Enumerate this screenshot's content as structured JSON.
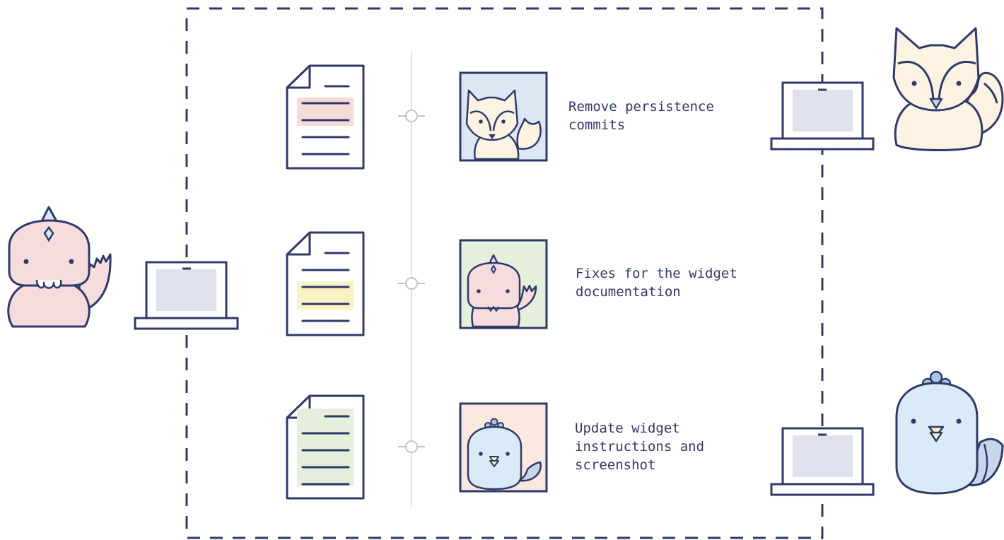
{
  "diagram": {
    "commits": [
      {
        "message": "Remove persistence\ncommits",
        "author": "fox",
        "highlight_color": "#f6d9d9"
      },
      {
        "message": "Fixes for the widget\ndocumentation",
        "author": "dinosaur",
        "highlight_color": "#fbf2c4"
      },
      {
        "message": "Update widget\ninstructions and\nscreenshot",
        "author": "bird",
        "highlight_color": "#e6efdc"
      }
    ],
    "contributors": [
      {
        "character": "dinosaur",
        "side": "left"
      },
      {
        "character": "fox",
        "side": "right"
      },
      {
        "character": "bird",
        "side": "right"
      }
    ],
    "colors": {
      "outline": "#2f3a6b",
      "dinosaur": "#f6dcdc",
      "fox": "#fdf3e3",
      "bird": "#d9ebf8",
      "laptop_screen": "#dfe1ec",
      "fox_bg": "#dde6f3",
      "dino_bg": "#e6efdc",
      "bird_bg": "#fbe8e0",
      "timeline": "#e3e3e3",
      "node": "#c5c5c5"
    }
  }
}
